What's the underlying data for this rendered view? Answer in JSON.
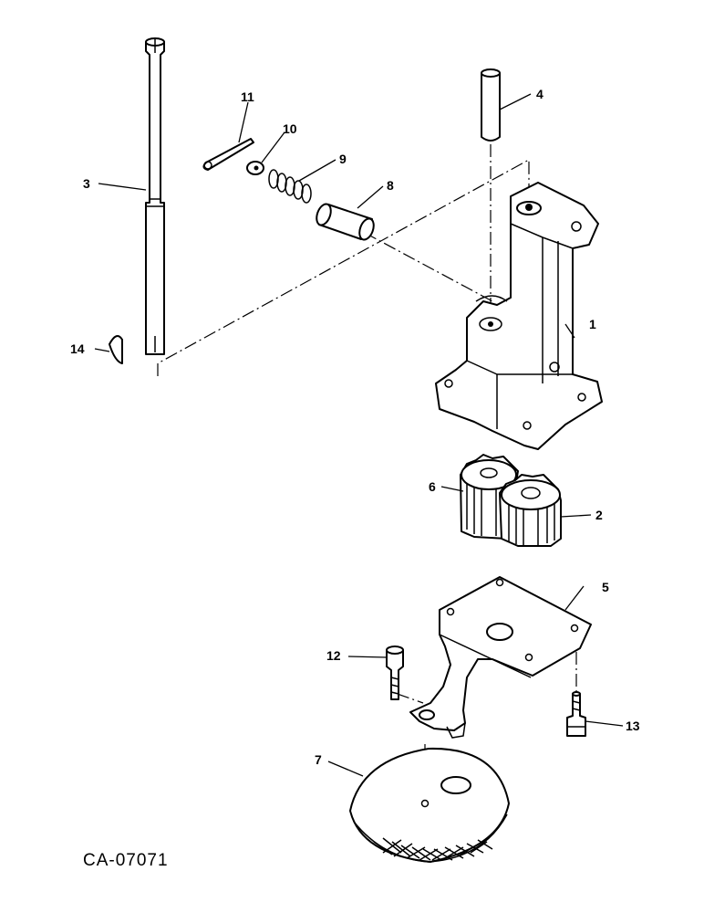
{
  "callouts": {
    "c1": "1",
    "c2": "2",
    "c3": "3",
    "c4": "4",
    "c5": "5",
    "c6": "6",
    "c7": "7",
    "c8": "8",
    "c9": "9",
    "c10": "10",
    "c11": "11",
    "c12": "12",
    "c13": "13",
    "c14": "14"
  },
  "drawing_code": "CA-07071"
}
